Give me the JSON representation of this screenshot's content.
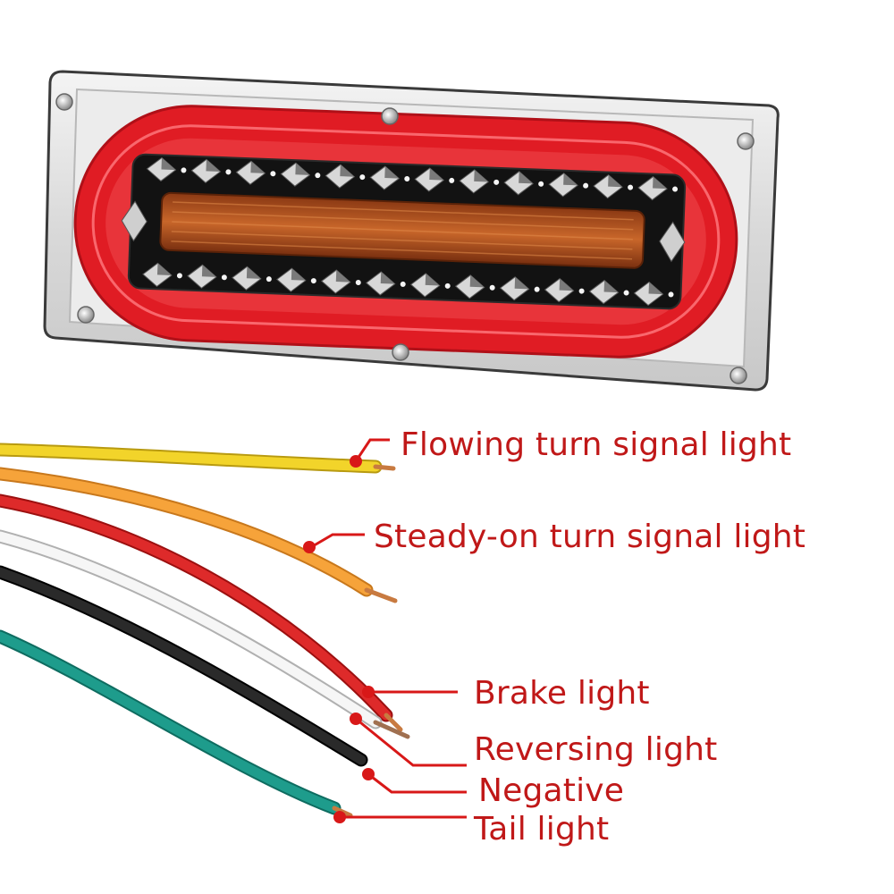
{
  "labels": {
    "flowing_turn": "Flowing turn signal light",
    "steady_turn": "Steady-on turn signal light",
    "brake": "Brake light",
    "reversing": "Reversing light",
    "negative": "Negative",
    "tail": "Tail light"
  },
  "colors": {
    "label_text": "#c01818",
    "leader_dot": "#d81818",
    "lamp_ring": "#e01c24",
    "amber_bar": "#b4541c",
    "wire_yellow": "#f2d42a",
    "wire_orange": "#f6a33a",
    "wire_red": "#de2a2a",
    "wire_white": "#f2f2f2",
    "wire_black": "#1c1c1c",
    "wire_green": "#1e9c8c"
  }
}
